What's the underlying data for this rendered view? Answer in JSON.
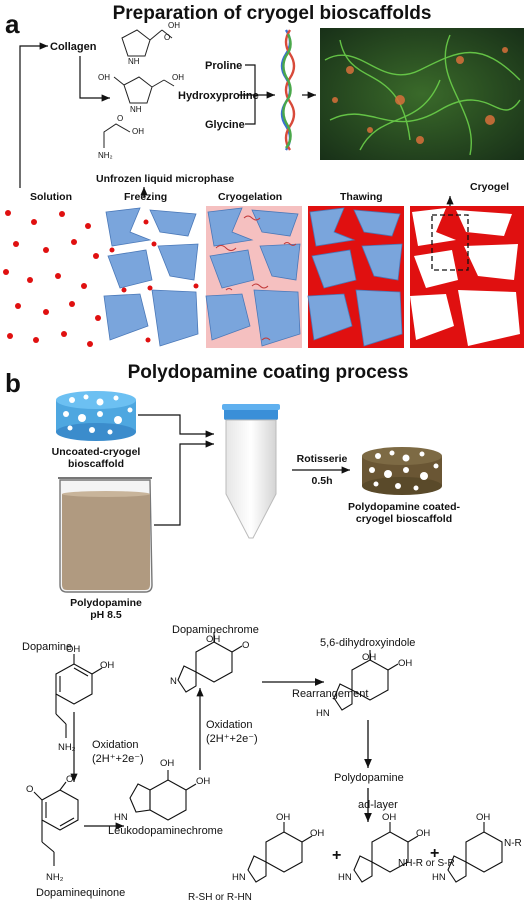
{
  "panel_a": {
    "letter": "a",
    "title": "Preparation of cryogel bioscaffolds",
    "collagen": "Collagen",
    "amino_acids": [
      "Proline",
      "Hydroxyproline",
      "Glycine"
    ],
    "unfrozen": "Unfrozen liquid microphase",
    "steps": [
      "Solution",
      "Freezing",
      "Cryogelation",
      "Thawing",
      "Cryogel"
    ]
  },
  "panel_b": {
    "letter": "b",
    "title": "Polydopamine coating process",
    "uncoated": [
      "Uncoated-cryogel",
      "bioscaffold"
    ],
    "polydopamine_solution": [
      "Polydopamine",
      "pH 8.5"
    ],
    "rotisserie": [
      "Rotisserie",
      "0.5h"
    ],
    "coated": [
      "Polydopamine coated-",
      "cryogel bioscaffold"
    ]
  },
  "mechanism": {
    "dopamine": "Dopamine",
    "dopaminequinone": "Dopaminequinone",
    "leukodopaminechrome": "Leukodopaminechrome",
    "dopaminechrome": "Dopaminechrome",
    "dihydroxyindole": "5,6-dihydroxyindole",
    "polydopamine": "Polydopamine",
    "oxidation1": [
      "Oxidation",
      "(2H⁺+2e⁻)"
    ],
    "oxidation2": [
      "Oxidation",
      "(2H⁺+2e⁻)"
    ],
    "rearrangement": "Rearrangement",
    "adlayer": "ad-layer",
    "substituents": [
      "R-SH or R-HN",
      "NH-R or S-R",
      "N-R"
    ],
    "plus": "+",
    "atoms": [
      "OH",
      "O",
      "NH₂",
      "NH",
      "N",
      "HN"
    ]
  },
  "colors": {
    "ice": "#7aa5dc",
    "drop": "#e01010",
    "pink": "#f5c0c0",
    "tube_cap": "#3a8fd8",
    "liquid": "#b09a80"
  }
}
